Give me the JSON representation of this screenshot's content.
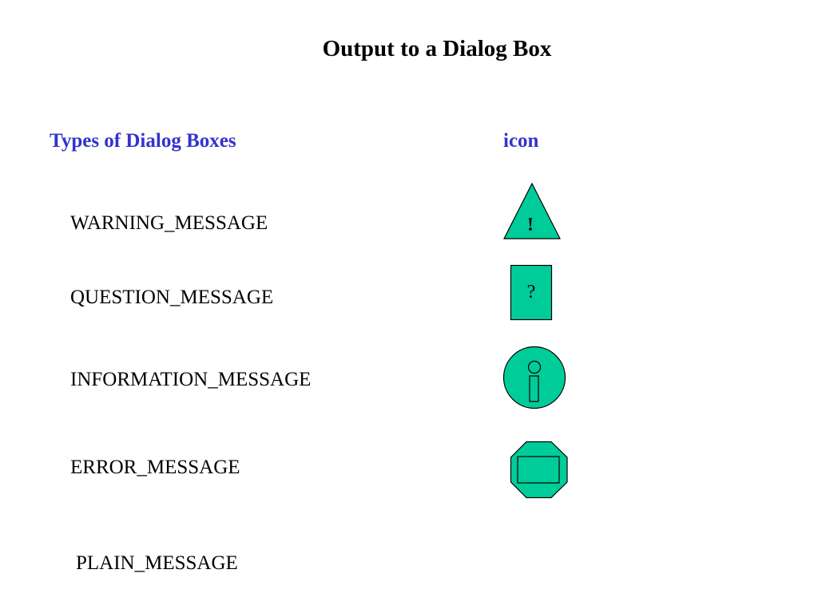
{
  "slide": {
    "title": "Output to a Dialog Box",
    "columns": {
      "types": "Types of Dialog Boxes",
      "icon": "icon"
    },
    "messages": [
      {
        "label": "WARNING_MESSAGE",
        "icon": "warning-triangle-icon",
        "symbol": "!"
      },
      {
        "label": "QUESTION_MESSAGE",
        "icon": "question-square-icon",
        "symbol": "?"
      },
      {
        "label": "INFORMATION_MESSAGE",
        "icon": "information-circle-icon"
      },
      {
        "label": "ERROR_MESSAGE",
        "icon": "error-octagon-icon"
      },
      {
        "label": "PLAIN_MESSAGE"
      }
    ],
    "colors": {
      "heading_blue": "#3333cc",
      "icon_fill": "#00cc99",
      "outline": "#000000"
    }
  }
}
